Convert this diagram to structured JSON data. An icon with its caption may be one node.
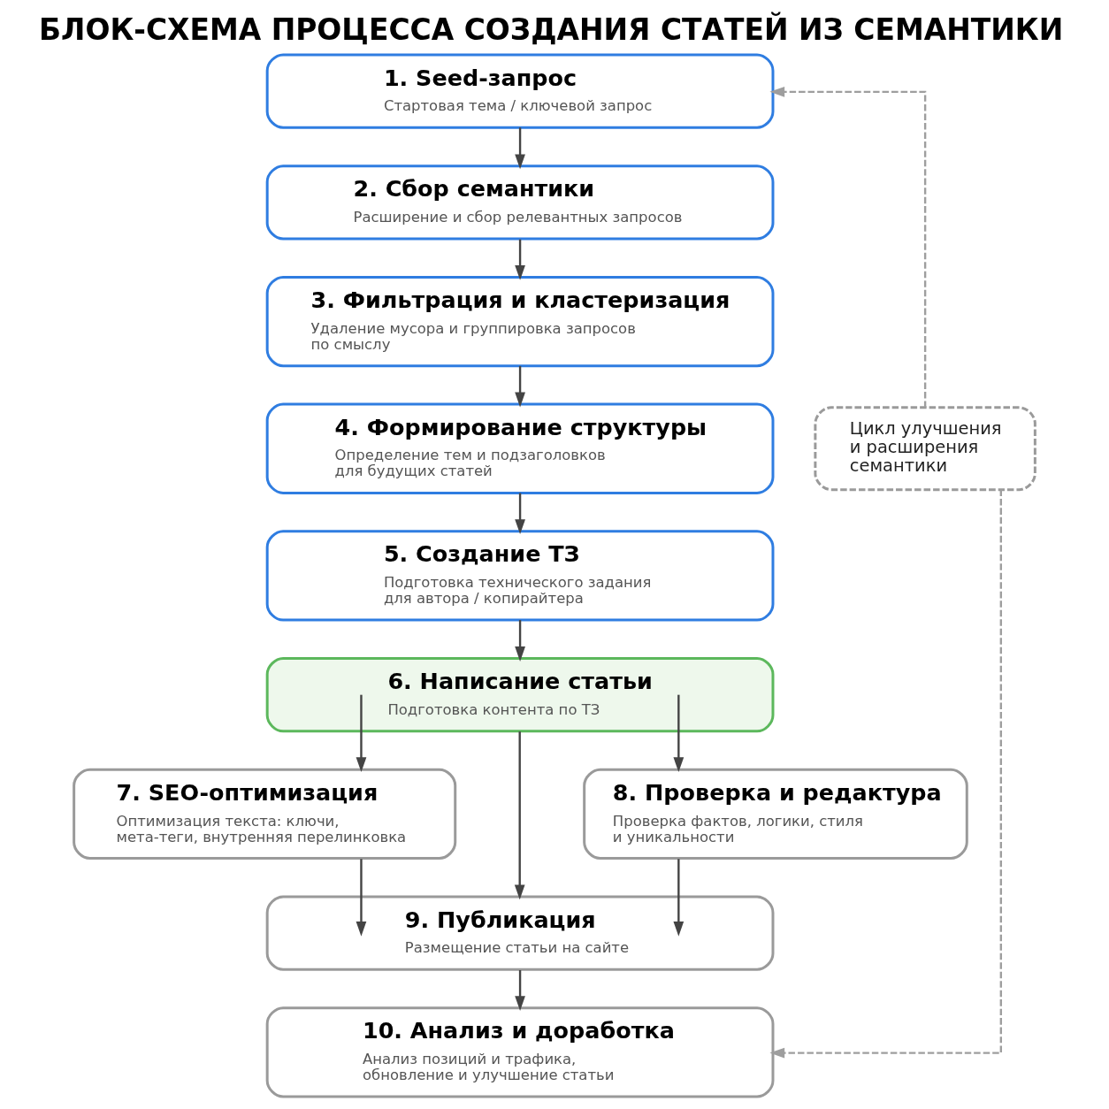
{
  "diagram": {
    "title": "БЛОК-СХЕМА ПРОЦЕССА СОЗДАНИЯ СТАТЕЙ ИЗ СЕМАНТИКИ",
    "nodes": [
      {
        "text": [
          "1. Seed-запрос",
          "Стартовая тема / ключевой запрос"
        ]
      },
      {
        "text": [
          "2. Сбор семантики",
          "Расширение и сбор релевантных запросов"
        ]
      },
      {
        "text": [
          "3. Фильтрация и кластеризация",
          "Удаление мусора и группировка запросов по смыслу"
        ]
      },
      {
        "text": [
          "4. Формирование структуры",
          "Определение тем и подзаголовков для будущих статей"
        ]
      },
      {
        "text": [
          "5. Создание ТЗ",
          "Подготовка технического задания для автора / копирайтера"
        ]
      },
      {
        "text": [
          "6. Написание статьи",
          "Подготовка контента по ТЗ"
        ]
      },
      {
        "text": [
          "7. SEO-оптимизация",
          "Оптимизация текста: ключи, мета-теги, внутренняя перелинковка"
        ]
      },
      {
        "text": [
          "8. Проверка и редактура",
          "Проверка фактов, логики, стиля и уникальности"
        ]
      },
      {
        "text": [
          "9. Публикация",
          "Размещение статьи на сайте"
        ]
      },
      {
        "text": [
          "10. Анализ и доработка",
          "Анализ позиций и трафика, обновление и улучшение статьи"
        ]
      },
      {
        "text": [
          "Цикл улучшения и расширения семантики"
        ]
      }
    ],
    "edges": [
      {
        "from": 0,
        "to": 1,
        "arrow": "to"
      },
      {
        "from": 1,
        "to": 2,
        "arrow": "to"
      },
      {
        "from": 2,
        "to": 3,
        "arrow": "to"
      },
      {
        "from": 3,
        "to": 4,
        "arrow": "to"
      },
      {
        "from": 4,
        "to": 5,
        "arrow": "to"
      },
      {
        "from": 5,
        "to": 6,
        "arrow": "to"
      },
      {
        "from": 5,
        "to": 8,
        "arrow": "to"
      },
      {
        "from": 5,
        "to": 7,
        "arrow": "to"
      },
      {
        "from": 6,
        "to": 8,
        "arrow": "to"
      },
      {
        "from": 7,
        "to": 8,
        "arrow": "to"
      },
      {
        "from": 8,
        "to": 9,
        "arrow": "to"
      },
      {
        "from": 10,
        "to": 0,
        "arrow": "to",
        "style": "dashed",
        "color": "#9e9e9e"
      },
      {
        "from": 10,
        "to": 9,
        "arrow": "to",
        "style": "dashed",
        "color": "#9e9e9e"
      }
    ]
  }
}
